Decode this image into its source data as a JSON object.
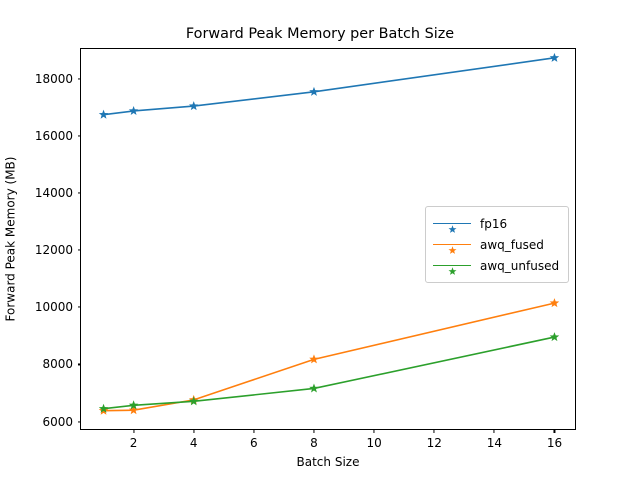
{
  "chart_data": {
    "type": "line",
    "title": "Forward Peak Memory per Batch Size",
    "xlabel": "Batch Size",
    "ylabel": "Forward Peak Memory (MB)",
    "x": [
      1,
      2,
      4,
      8,
      16
    ],
    "xlim": [
      0.25,
      16.75
    ],
    "ylim": [
      5670,
      19050
    ],
    "xticks": [
      2,
      4,
      6,
      8,
      10,
      12,
      14,
      16
    ],
    "yticks": [
      6000,
      8000,
      10000,
      12000,
      14000,
      16000,
      18000
    ],
    "grid": false,
    "legend_position": "center right",
    "marker": "star",
    "series": [
      {
        "name": "fp16",
        "color": "#1f77b4",
        "values": [
          16750,
          16880,
          17050,
          17550,
          18740
        ]
      },
      {
        "name": "awq_fused",
        "color": "#ff7f0e",
        "values": [
          6380,
          6400,
          6760,
          8180,
          10150
        ]
      },
      {
        "name": "awq_unfused",
        "color": "#2ca02c",
        "values": [
          6450,
          6570,
          6710,
          7160,
          8960
        ]
      }
    ]
  },
  "legend": {
    "items": [
      {
        "label": "fp16"
      },
      {
        "label": "awq_fused"
      },
      {
        "label": "awq_unfused"
      }
    ]
  }
}
